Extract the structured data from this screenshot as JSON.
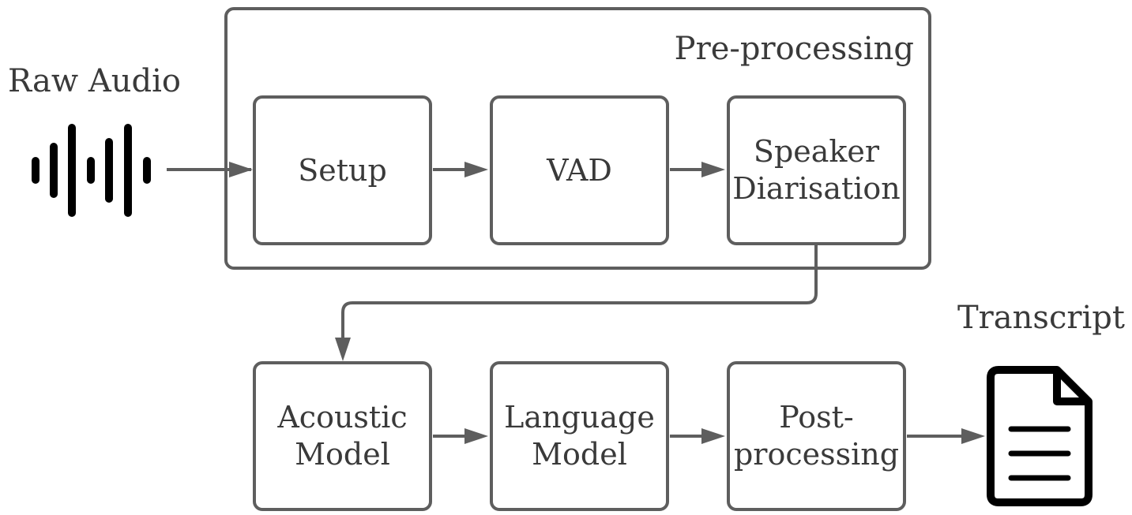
{
  "input": {
    "label": "Raw Audio",
    "icon": "audio-waveform-icon"
  },
  "output": {
    "label": "Transcript",
    "icon": "document-icon"
  },
  "preprocessing": {
    "title": "Pre-processing",
    "steps": [
      {
        "lines": [
          "Setup"
        ]
      },
      {
        "lines": [
          "VAD"
        ]
      },
      {
        "lines": [
          "Speaker",
          "Diarisation"
        ]
      }
    ]
  },
  "recognition": {
    "steps": [
      {
        "lines": [
          "Acoustic",
          "Model"
        ]
      },
      {
        "lines": [
          "Language",
          "Model"
        ]
      },
      {
        "lines": [
          "Post-",
          "processing"
        ]
      }
    ]
  },
  "colors": {
    "stroke": "#5e5e5e",
    "text": "#3a3a3a",
    "icon": "#000000"
  }
}
